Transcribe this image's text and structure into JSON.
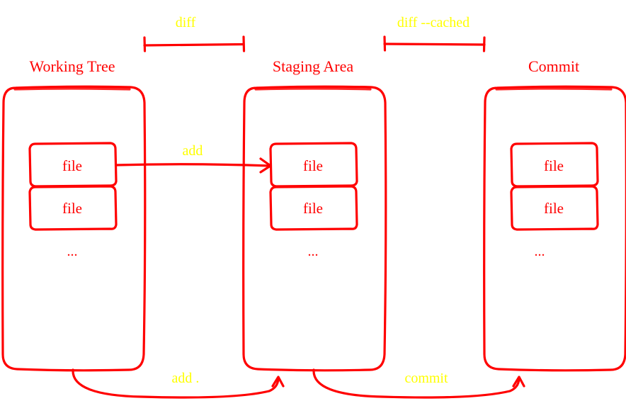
{
  "colors": {
    "stroke": "#ff0000",
    "title_text": "#ff0000",
    "operation_text": "#ffff00",
    "background": "#ffffff"
  },
  "stages": [
    {
      "title": "Working Tree",
      "files": [
        "file",
        "file"
      ],
      "more": "..."
    },
    {
      "title": "Staging Area",
      "files": [
        "file",
        "file"
      ],
      "more": "..."
    },
    {
      "title": "Commit",
      "files": [
        "file",
        "file"
      ],
      "more": "..."
    }
  ],
  "operations": {
    "diff": "diff",
    "diff_cached": "diff --cached",
    "add": "add",
    "add_all": "add .",
    "commit": "commit"
  }
}
